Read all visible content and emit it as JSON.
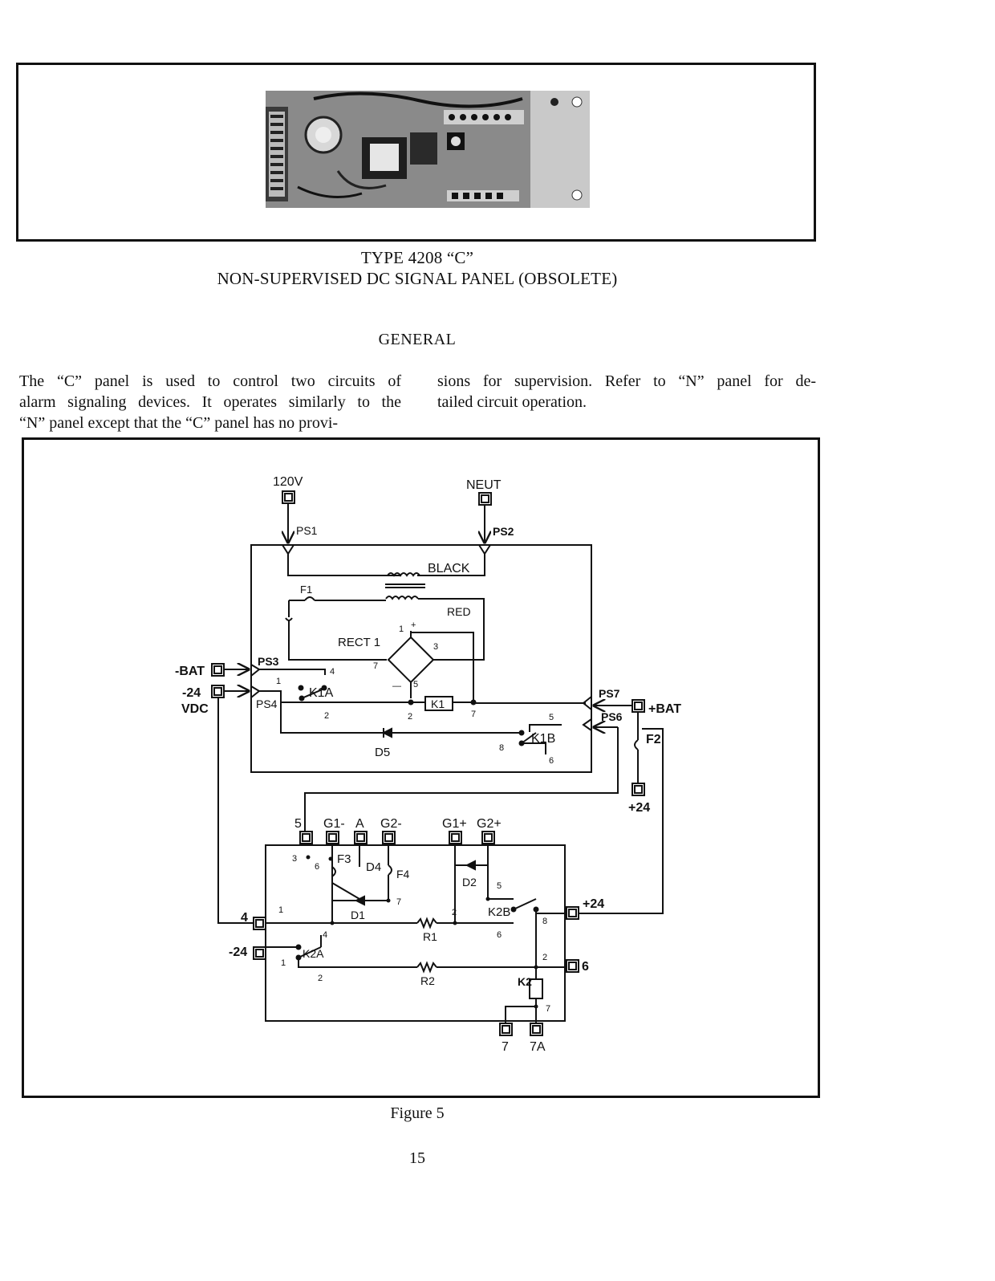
{
  "photo": {
    "alt": "Photograph of circuit board"
  },
  "caption": {
    "line1": "TYPE 4208 “C”",
    "line2": "NON-SUPERVISED DC SIGNAL PANEL (OBSOLETE)"
  },
  "section": {
    "heading": "GENERAL"
  },
  "body": {
    "left_lines": [
      "The “C” panel is used to control two circuits of",
      "alarm signaling devices. It operates similarly to the",
      "“N” panel except that the “C” panel has no provi-"
    ],
    "right_lines": [
      "sions for supervision. Refer to “N” panel for de-",
      "tailed circuit operation."
    ]
  },
  "diagram": {
    "labels": {
      "v120": "120V",
      "neut": "NEUT",
      "ps1": "PS1",
      "ps2": "PS2",
      "black": "BLACK",
      "red": "RED",
      "f1": "F1",
      "rect1": "RECT 1",
      "ps3": "PS3",
      "ps4": "PS4",
      "ps6": "PS6",
      "ps7": "PS7",
      "neg_bat": "-BAT",
      "neg24": "-24",
      "vdc": "VDC",
      "k1a": "K1A",
      "k1": "K1",
      "k1b": "K1B",
      "d5": "D5",
      "pos_bat": "+BAT",
      "f2": "F2",
      "pos24_top": "+24",
      "t5": "5",
      "g1minus": "G1-",
      "a": "A",
      "g2minus": "G2-",
      "g1plus": "G1+",
      "g2plus": "G2+",
      "f3": "F3",
      "d4": "D4",
      "f4": "F4",
      "d2": "D2",
      "d1": "D1",
      "k2b": "K2B",
      "k2a": "K2A",
      "r1": "R1",
      "r2": "R2",
      "k2": "K2",
      "t4": "4",
      "neg24_b": "-24",
      "pos24_b": "+24",
      "t6": "6",
      "t7": "7",
      "t7a": "7A"
    },
    "pins": {
      "p1": "1",
      "p2": "2",
      "p3": "3",
      "p4": "4",
      "p5": "5",
      "p6": "6",
      "p7": "7",
      "p8": "8",
      "plus": "+",
      "minus": "—"
    }
  },
  "figure": {
    "caption": "Figure 5"
  },
  "page": {
    "number": "15"
  }
}
